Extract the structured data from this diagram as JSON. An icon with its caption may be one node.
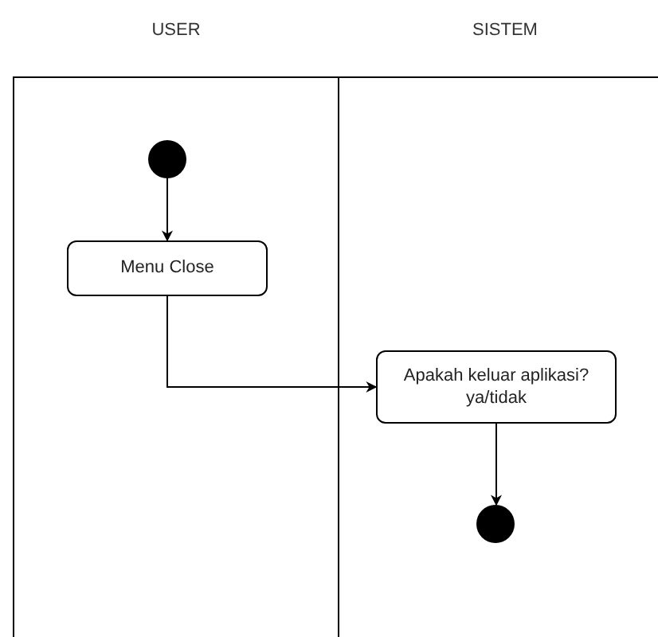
{
  "diagram": {
    "nodes": [
      {
        "text": [
          "USER"
        ]
      },
      {
        "text": [
          "SISTEM"
        ]
      },
      {
        "text": [],
        "shape": "circle",
        "in": 0
      },
      {
        "text": [
          "Menu Close"
        ],
        "in": 0
      },
      {
        "text": [
          "Apakah keluar aplikasi? ya/tidak"
        ],
        "in": 1
      },
      {
        "text": [],
        "shape": "circle",
        "in": 1
      }
    ],
    "edges": [
      {
        "from": 2,
        "to": 3,
        "arrow": "to"
      },
      {
        "from": 3,
        "to": 4,
        "arrow": "to"
      },
      {
        "from": 4,
        "to": 5,
        "arrow": "to"
      }
    ]
  }
}
